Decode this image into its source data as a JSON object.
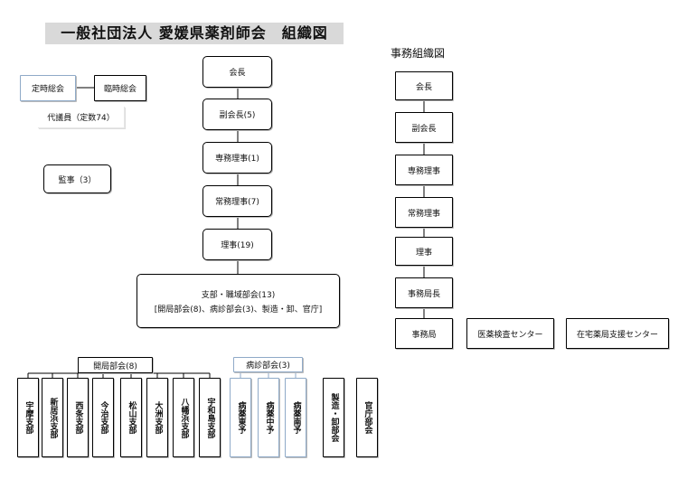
{
  "title": "一般社団法人 愛媛県薬剤師会　組織図",
  "office_chart_title": "事務組織図",
  "assembly": {
    "regular": "定時総会",
    "extraordinary": "臨時総会",
    "delegates": "代議員（定数74）"
  },
  "auditor": "監事（3）",
  "main_chain": [
    "会長",
    "副会長(5)",
    "専務理事(1)",
    "常務理事(7)",
    "理事(19)"
  ],
  "branch_committee": {
    "line1": "支部・職域部会(13)",
    "line2": "[開局部会(8)、病診部会(3)、製造・卸、官庁]"
  },
  "office_chain": [
    "会長",
    "副会長",
    "専務理事",
    "常務理事",
    "理事",
    "事務局長",
    "事務局"
  ],
  "office_side": [
    "医薬検査センター",
    "在宅薬局支援センター"
  ],
  "pharmacy_group": {
    "label": "開局部会(8)",
    "branches": [
      "宇摩支部",
      "新居浜支部",
      "西条支部",
      "今治支部",
      "松山支部",
      "大洲支部",
      "八幡浜支部",
      "宇和島支部"
    ]
  },
  "hospital_group": {
    "label": "病診部会(3)",
    "branches": [
      "病薬東予",
      "病薬中予",
      "病薬南予"
    ]
  },
  "others": [
    "製造・卸部会",
    "官庁部会"
  ],
  "colors": {
    "line": "#000000",
    "blue_border": "#8faac8",
    "title_bg": "#d9d9d9"
  }
}
